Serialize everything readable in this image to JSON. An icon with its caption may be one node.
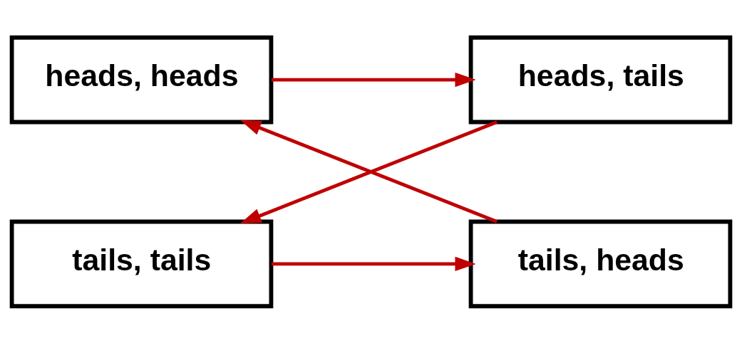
{
  "diagram": {
    "nodes": [
      {
        "text": [
          "heads, heads"
        ]
      },
      {
        "text": [
          "heads, tails"
        ]
      },
      {
        "text": [
          "tails, heads"
        ]
      },
      {
        "text": [
          "tails, tails"
        ]
      }
    ],
    "edges": [
      {
        "from": 0,
        "to": 1,
        "arrow": "to"
      },
      {
        "from": 1,
        "to": 3,
        "arrow": "to"
      },
      {
        "from": 3,
        "to": 2,
        "arrow": "to"
      },
      {
        "from": 2,
        "to": 0,
        "arrow": "to"
      }
    ]
  }
}
